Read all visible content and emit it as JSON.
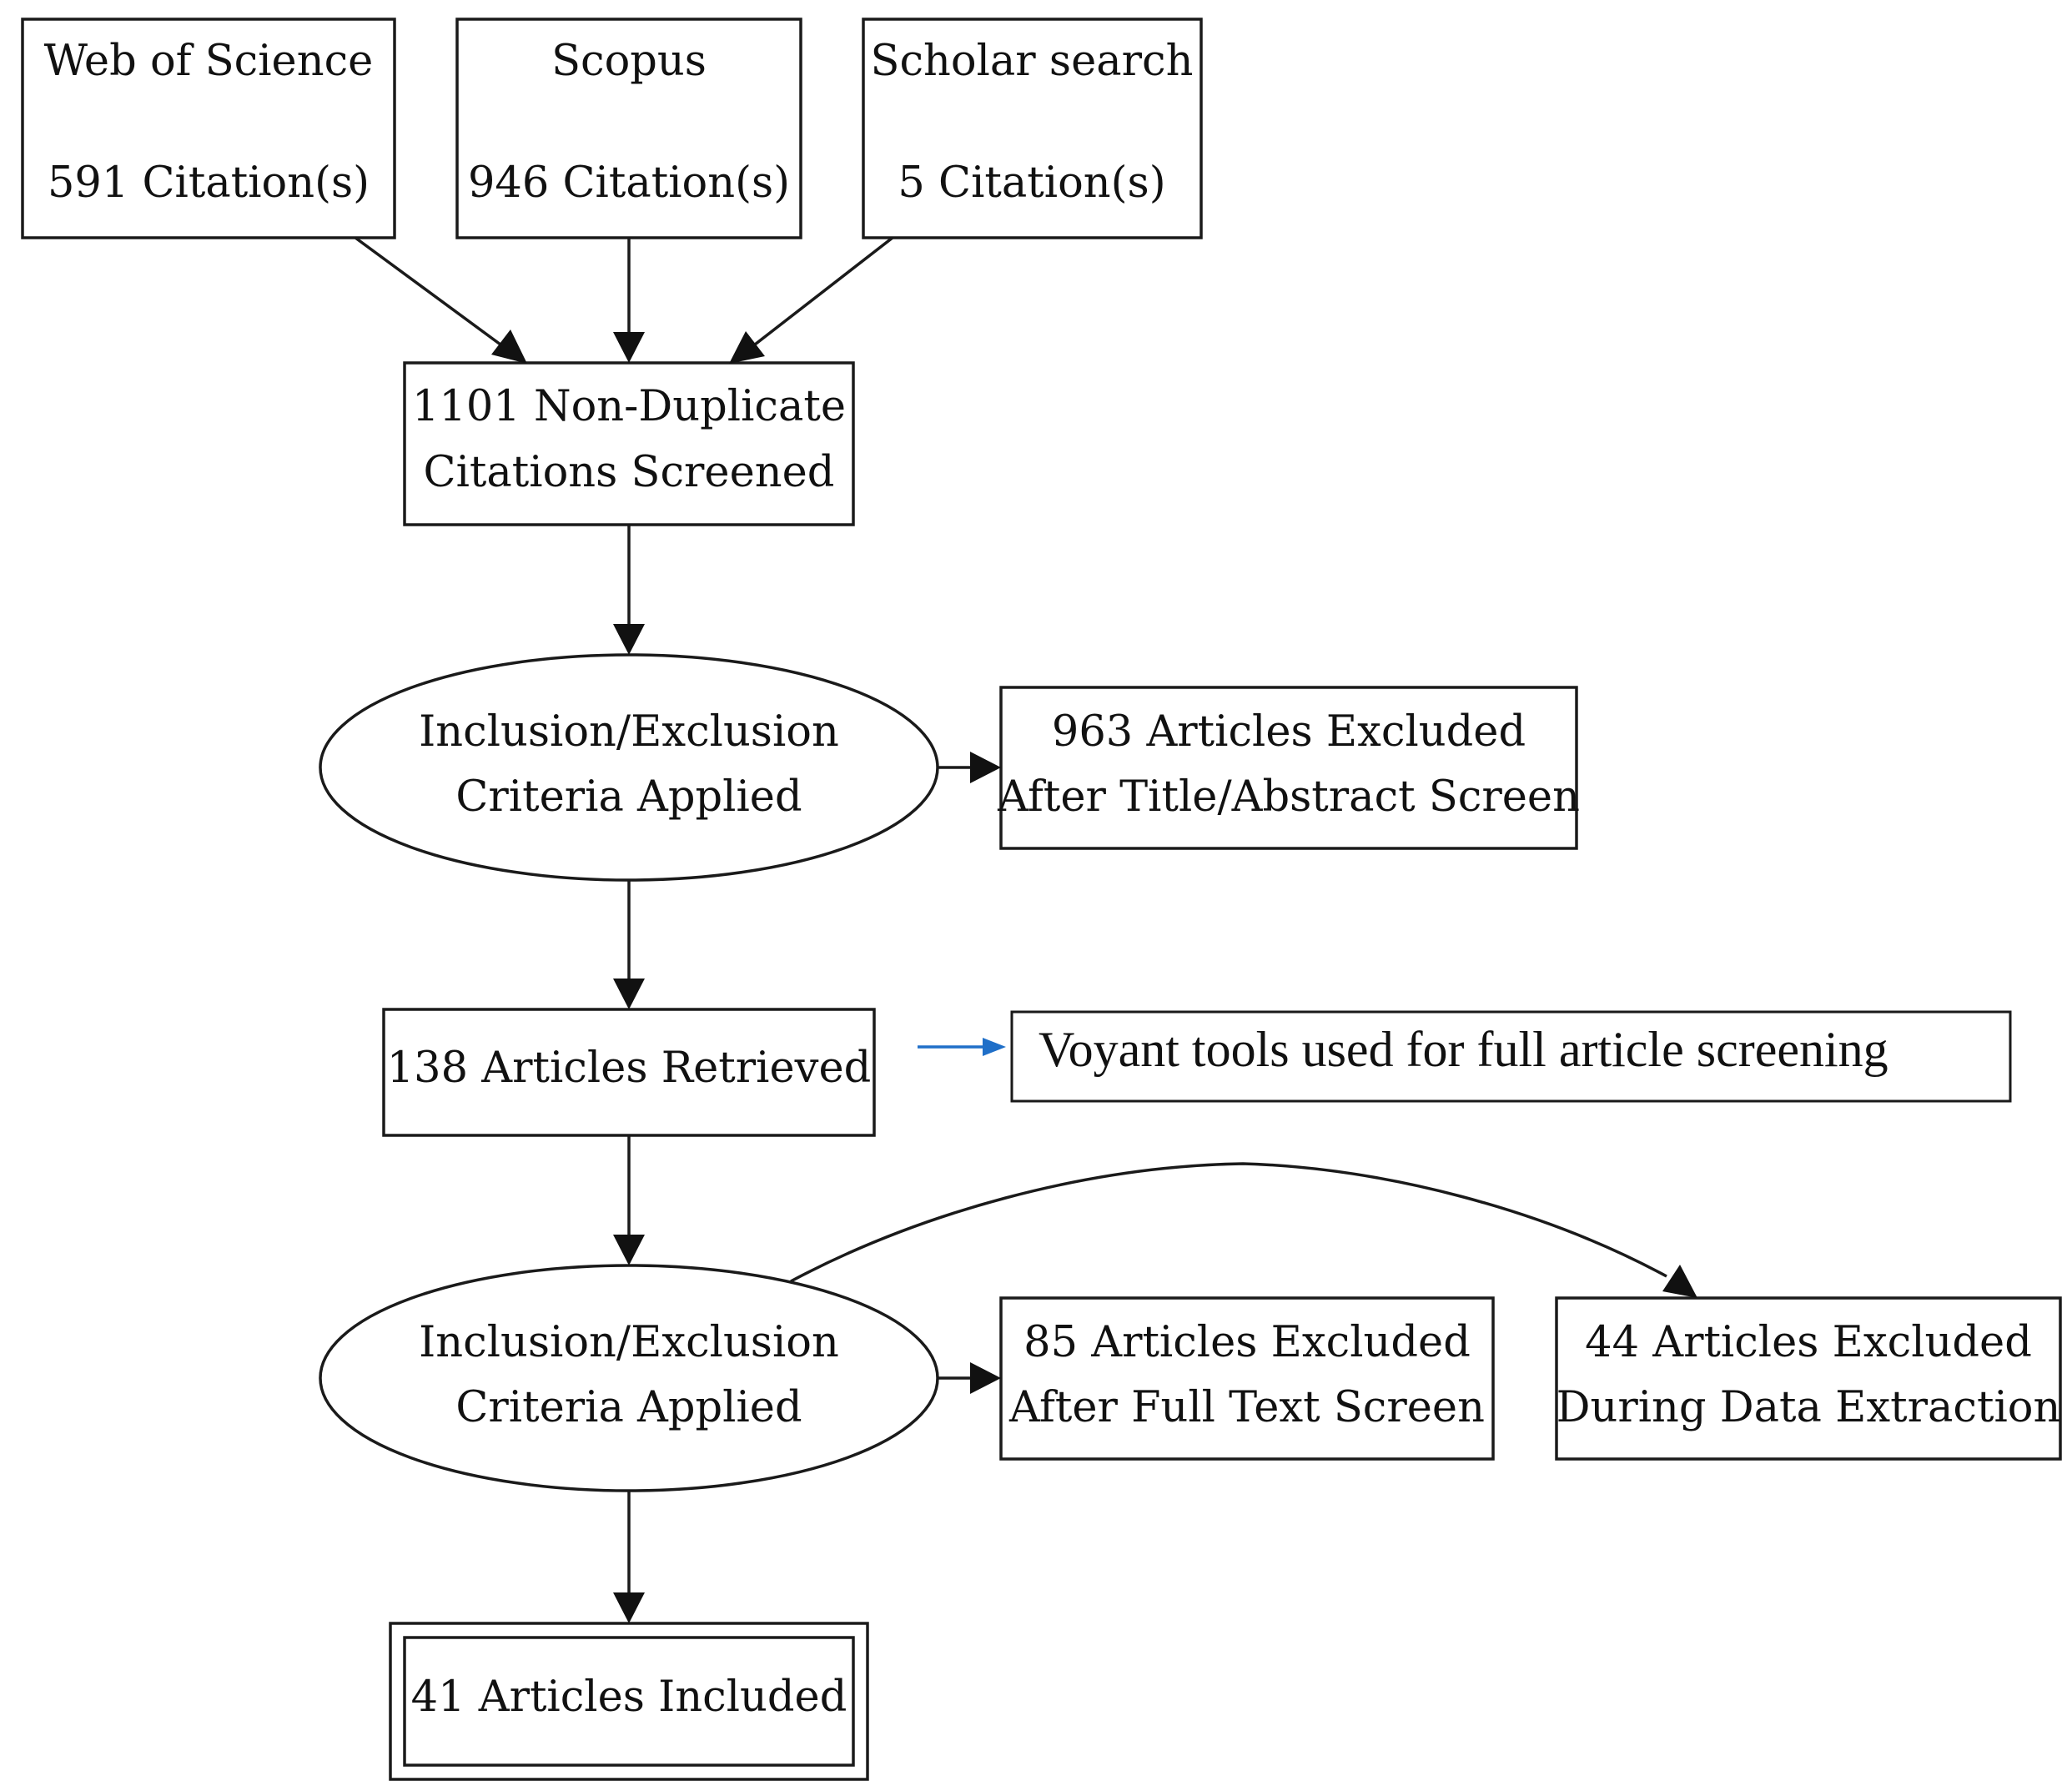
{
  "sources": [
    {
      "name": "Web of Science",
      "count": "591 Citation(s)"
    },
    {
      "name": "Scopus",
      "count": "946 Citation(s)"
    },
    {
      "name": "Scholar search",
      "count": "5 Citation(s)"
    }
  ],
  "screened": {
    "line1": "1101 Non-Duplicate",
    "line2": "Citations Screened"
  },
  "criteria_1": {
    "line1": "Inclusion/Exclusion",
    "line2": "Criteria Applied"
  },
  "excluded_title_abstract": {
    "line1": "963 Articles Excluded",
    "line2": "After Title/Abstract Screen"
  },
  "retrieved": {
    "label": "138 Articles Retrieved"
  },
  "voyant_note": {
    "label": "Voyant tools used for full article screening",
    "arrow_color": "#1f6fc8"
  },
  "criteria_2": {
    "line1": "Inclusion/Exclusion",
    "line2": "Criteria Applied"
  },
  "excluded_full_text": {
    "line1": "85 Articles Excluded",
    "line2": "After Full Text Screen"
  },
  "excluded_extraction": {
    "line1": "44 Articles Excluded",
    "line2": "During Data Extraction"
  },
  "included": {
    "label": "41 Articles Included"
  }
}
